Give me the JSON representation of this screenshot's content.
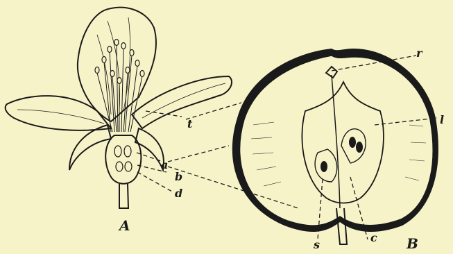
{
  "figure": {
    "background": "#f7f3c8",
    "ink": "#1a1a1a",
    "panel_labels": {
      "flower": "A",
      "fruit": "B"
    },
    "part_labels": {
      "t": "t",
      "a": "a",
      "b": "b",
      "d": "d",
      "r": "r",
      "l": "l",
      "s": "s",
      "c": "c"
    }
  }
}
